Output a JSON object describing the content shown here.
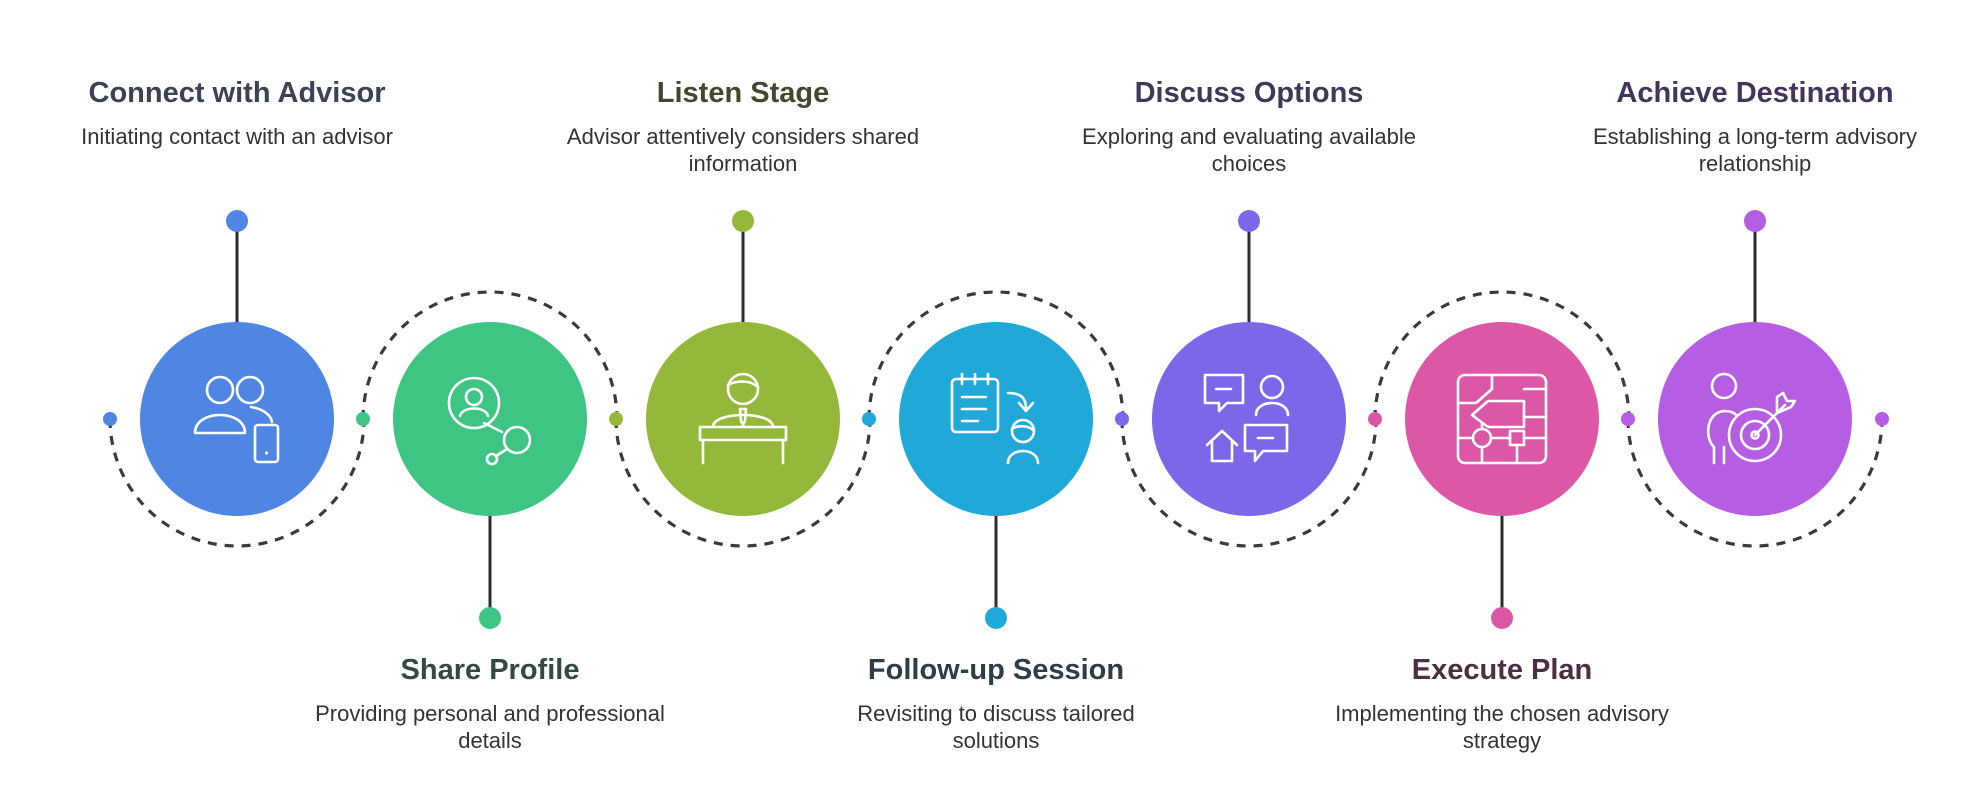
{
  "steps": [
    {
      "title": "Connect with Advisor",
      "description": "Initiating contact with an advisor",
      "color": "#4f86e4",
      "title_color": "#3b4252",
      "icon": "users-tablet-icon",
      "label_side": "top"
    },
    {
      "title": "Share Profile",
      "description": "Providing personal and professional details",
      "color": "#3ec483",
      "title_color": "#334a40",
      "icon": "profile-share-icon",
      "label_side": "bottom"
    },
    {
      "title": "Listen Stage",
      "description": "Advisor attentively considers shared information",
      "color": "#93b83a",
      "title_color": "#3f4a2c",
      "icon": "advisor-desk-icon",
      "label_side": "top"
    },
    {
      "title": "Follow-up Session",
      "description": "Revisiting to discuss tailored solutions",
      "color": "#20a9d8",
      "title_color": "#2e3d46",
      "icon": "checklist-person-icon",
      "label_side": "bottom"
    },
    {
      "title": "Discuss Options",
      "description": "Exploring and evaluating available choices",
      "color": "#7b67e8",
      "title_color": "#3c3a55",
      "icon": "chat-options-icon",
      "label_side": "top"
    },
    {
      "title": "Execute Plan",
      "description": "Implementing the chosen advisory strategy",
      "color": "#dc58a7",
      "title_color": "#4a3040",
      "icon": "strategy-map-icon",
      "label_side": "bottom"
    },
    {
      "title": "Achieve Destination",
      "description": "Establishing a long-term advisory relationship",
      "color": "#b55ee4",
      "title_color": "#43355a",
      "icon": "person-target-icon",
      "label_side": "top"
    }
  ]
}
